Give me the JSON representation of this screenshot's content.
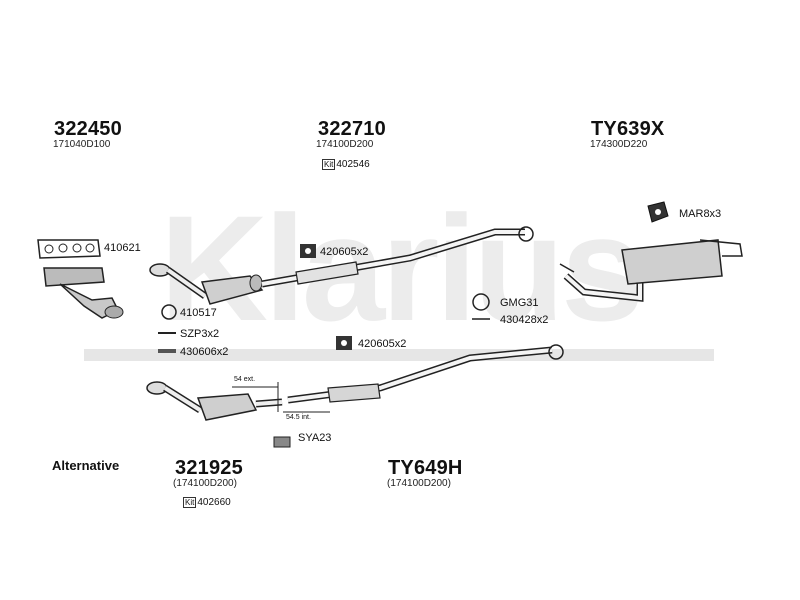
{
  "watermark": "Klarius",
  "groups": {
    "g1": {
      "code": "322450",
      "sub": "171040D100"
    },
    "g2": {
      "code": "322710",
      "sub": "174100D200",
      "kit_icon": "Kit",
      "kit": "402546"
    },
    "g3": {
      "code": "TY639X",
      "sub": "174300D220"
    },
    "g4": {
      "code": "321925",
      "sub": "(174100D200)",
      "kit_icon": "Kit",
      "kit": "402660"
    },
    "g5": {
      "code": "TY649H",
      "sub": "(174100D200)"
    }
  },
  "alternative": "Alternative",
  "parts": {
    "gasket": "410621",
    "ring": "410517",
    "spring": "SZP3x2",
    "bolt": "430606x2",
    "clamp_upper": "420605x2",
    "clamp_mid": "420605x2",
    "grommet": "GMG31",
    "bolt2": "430428x2",
    "mount": "MAR8x3",
    "sya": "SYA23"
  },
  "ext": {
    "ext54": "54 ext.",
    "int545": "54.5 int."
  }
}
